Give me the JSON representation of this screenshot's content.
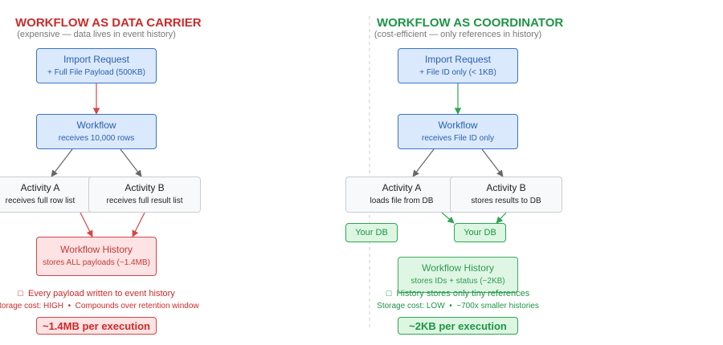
{
  "left": {
    "title": "WORKFLOW AS DATA CARRIER",
    "subtitle": "(expensive — data lives in event history)",
    "import": {
      "title": "Import Request",
      "detail": "+ Full File Payload (500KB)"
    },
    "workflow": {
      "title": "Workflow",
      "detail": "receives 10,000 rows"
    },
    "activity_a": {
      "title": "Activity A",
      "detail": "receives full row list"
    },
    "activity_b": {
      "title": "Activity B",
      "detail": "receives full result list"
    },
    "history": {
      "title": "Workflow History",
      "detail": "stores ALL payloads (~1.4MB)"
    },
    "note_icon": "□",
    "note_main": "Every payload written to event history",
    "note_sub_a": "Storage cost: HIGH",
    "note_sep": "•",
    "note_sub_b": "Compounds over retention window",
    "badge": "~1.4MB per execution"
  },
  "right": {
    "title": "WORKFLOW AS COORDINATOR",
    "subtitle": "(cost-efficient — only references in history)",
    "import": {
      "title": "Import Request",
      "detail": "+ File ID only (< 1KB)"
    },
    "workflow": {
      "title": "Workflow",
      "detail": "receives File ID only"
    },
    "activity_a": {
      "title": "Activity A",
      "detail": "loads file from DB"
    },
    "activity_b": {
      "title": "Activity B",
      "detail": "stores results to DB"
    },
    "db_a": "Your DB",
    "db_b": "Your DB",
    "history": {
      "title": "Workflow History",
      "detail": "stores IDs + status (~2KB)"
    },
    "note_icon": "□",
    "note_main": "History stores only tiny references",
    "note_sub_a": "Storage cost: LOW",
    "note_sep": "•",
    "note_sub_b": "~700x smaller histories",
    "badge": "~2KB per execution"
  },
  "colors": {
    "red": "#cc2a2a",
    "green": "#1f9447",
    "arrow_gray": "#666666",
    "divider": "#cccccc"
  }
}
